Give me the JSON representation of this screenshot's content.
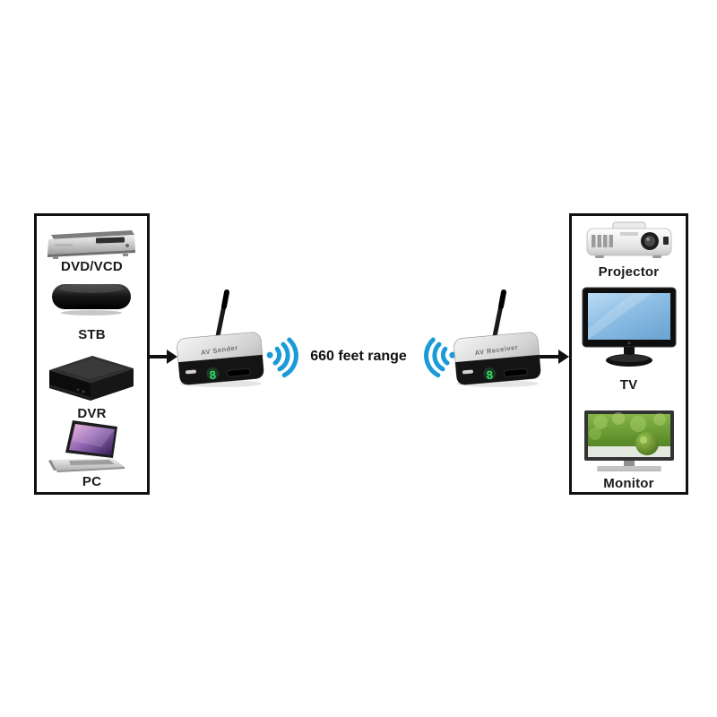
{
  "diagram_title": "wireless-av-sender-receiver-range-diagram",
  "range_label": "660 feet range",
  "sources_box": {
    "items": [
      {
        "label": "DVD/VCD",
        "icon": "dvd-player-icon"
      },
      {
        "label": "STB",
        "icon": "set-top-box-icon"
      },
      {
        "label": "DVR",
        "icon": "dvr-icon"
      },
      {
        "label": "PC",
        "icon": "laptop-icon"
      }
    ]
  },
  "displays_box": {
    "items": [
      {
        "label": "Projector",
        "icon": "projector-icon"
      },
      {
        "label": "TV",
        "icon": "tv-icon"
      },
      {
        "label": "Monitor",
        "icon": "monitor-icon"
      }
    ]
  },
  "transmitter": {
    "top_label": "AV Sender",
    "display_value": "8"
  },
  "receiver": {
    "top_label": "AV Receiver",
    "display_value": "8"
  },
  "colors": {
    "wifi_blue": "#1a9bd7",
    "box_border": "#111111",
    "label_text": "#1a1a1a",
    "display_green": "#35e06a"
  }
}
